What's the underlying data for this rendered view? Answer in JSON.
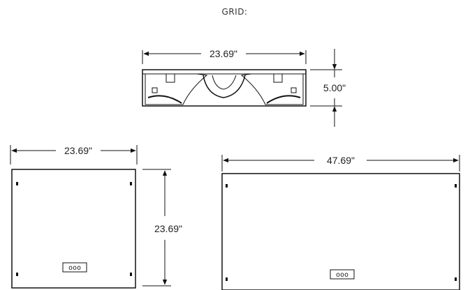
{
  "header": {
    "title": "GRID:"
  },
  "views": {
    "top_view": {
      "width_label": "23.69\"",
      "height_label": "5.00\""
    },
    "square_view": {
      "width_label": "23.69\"",
      "height_label": "23.69\"",
      "badge": "ooo"
    },
    "long_view": {
      "width_label": "47.69\"",
      "badge": "ooo"
    }
  },
  "colors": {
    "line": "#111111",
    "text": "#222222",
    "fill": "#ffffff"
  }
}
